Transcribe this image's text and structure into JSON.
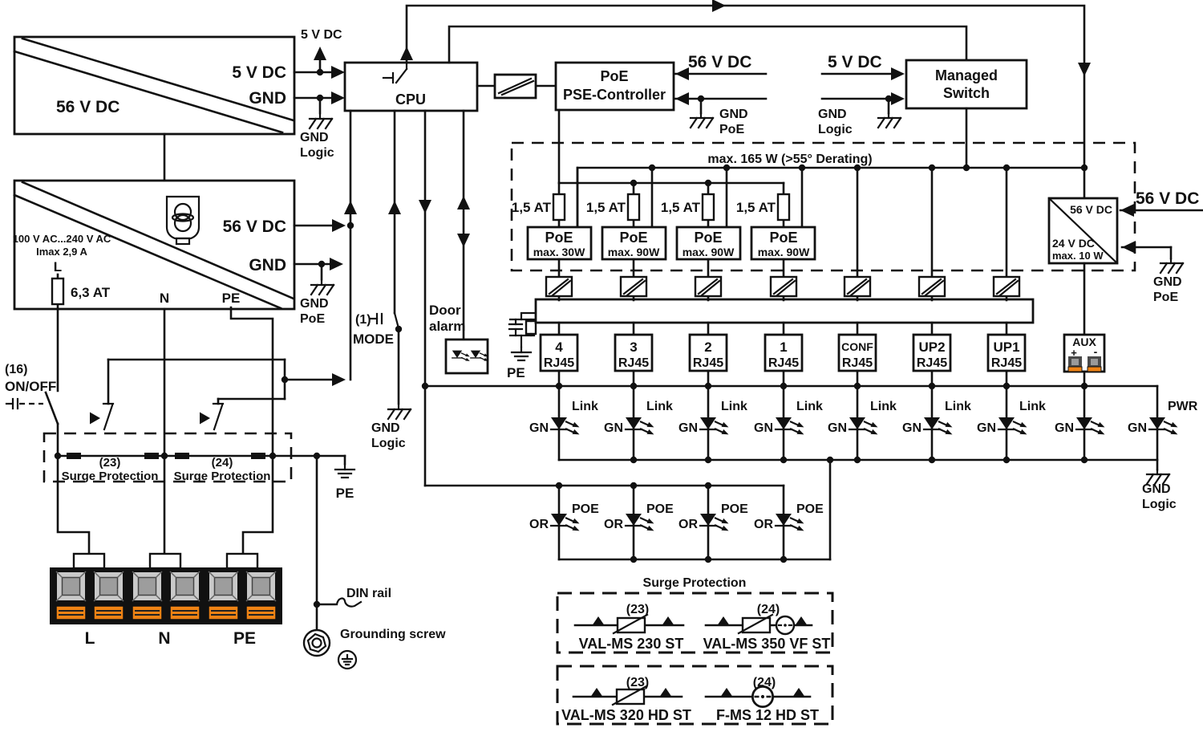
{
  "diagram": {
    "rails": {
      "v5": "5 V DC",
      "v56": "56 V DC",
      "v24": "24 V DC",
      "max10": "max. 10 W"
    },
    "gnd": {
      "gnd": "GND",
      "logic": "Logic",
      "poe": "PoE",
      "pe": "PE"
    },
    "psu_top": {
      "label": "56 V DC"
    },
    "psu_main": {
      "range": "100 V AC...240 V AC",
      "imax": "Imax 2,9 A",
      "l": "L",
      "n": "N",
      "pe": "PE",
      "fuse": "6,3 AT"
    },
    "cpu": {
      "label": "CPU"
    },
    "mode": {
      "num": "(1)",
      "label": "MODE"
    },
    "door": {
      "line1": "Door",
      "line2": "alarm"
    },
    "pse": {
      "line1": "PoE",
      "line2": "PSE-Controller"
    },
    "mswitch": {
      "line1": "Managed",
      "line2": "Switch"
    },
    "derating": {
      "label": "max. 165 W (>55° Derating)",
      "fuse": "1,5 AT"
    },
    "poe_ports": {
      "label": "PoE",
      "powers": [
        "max. 30W",
        "max. 90W",
        "max. 90W",
        "max. 90W"
      ]
    },
    "rj45": {
      "sub": "RJ45",
      "names": [
        "4",
        "3",
        "2",
        "1",
        "CONF",
        "UP2",
        "UP1"
      ]
    },
    "aux": {
      "label": "AUX",
      "plus": "+",
      "minus": "-"
    },
    "leds": {
      "link": "Link",
      "gn": "GN",
      "or": "OR",
      "poe": "POE",
      "pwr": "PWR"
    },
    "onoff": {
      "num": "(16)",
      "label": "ON/OFF"
    },
    "surge": {
      "label": "Surge Protection",
      "n23": "(23)",
      "n24": "(24)"
    },
    "terminals": {
      "l": "L",
      "n": "N",
      "pe": "PE"
    },
    "din_rail": "DIN rail",
    "grounding_screw": "Grounding screw",
    "legend": {
      "title": "Surge Protection",
      "n23": "(23)",
      "n24": "(24)",
      "items": [
        "VAL-MS 230 ST",
        "VAL-MS 350 VF ST",
        "VAL-MS 320 HD ST",
        "F-MS 12 HD ST"
      ]
    },
    "colors": {
      "ink": "#111111",
      "orange": "#ee8214",
      "screw_gray": "#c9c9c9"
    }
  }
}
